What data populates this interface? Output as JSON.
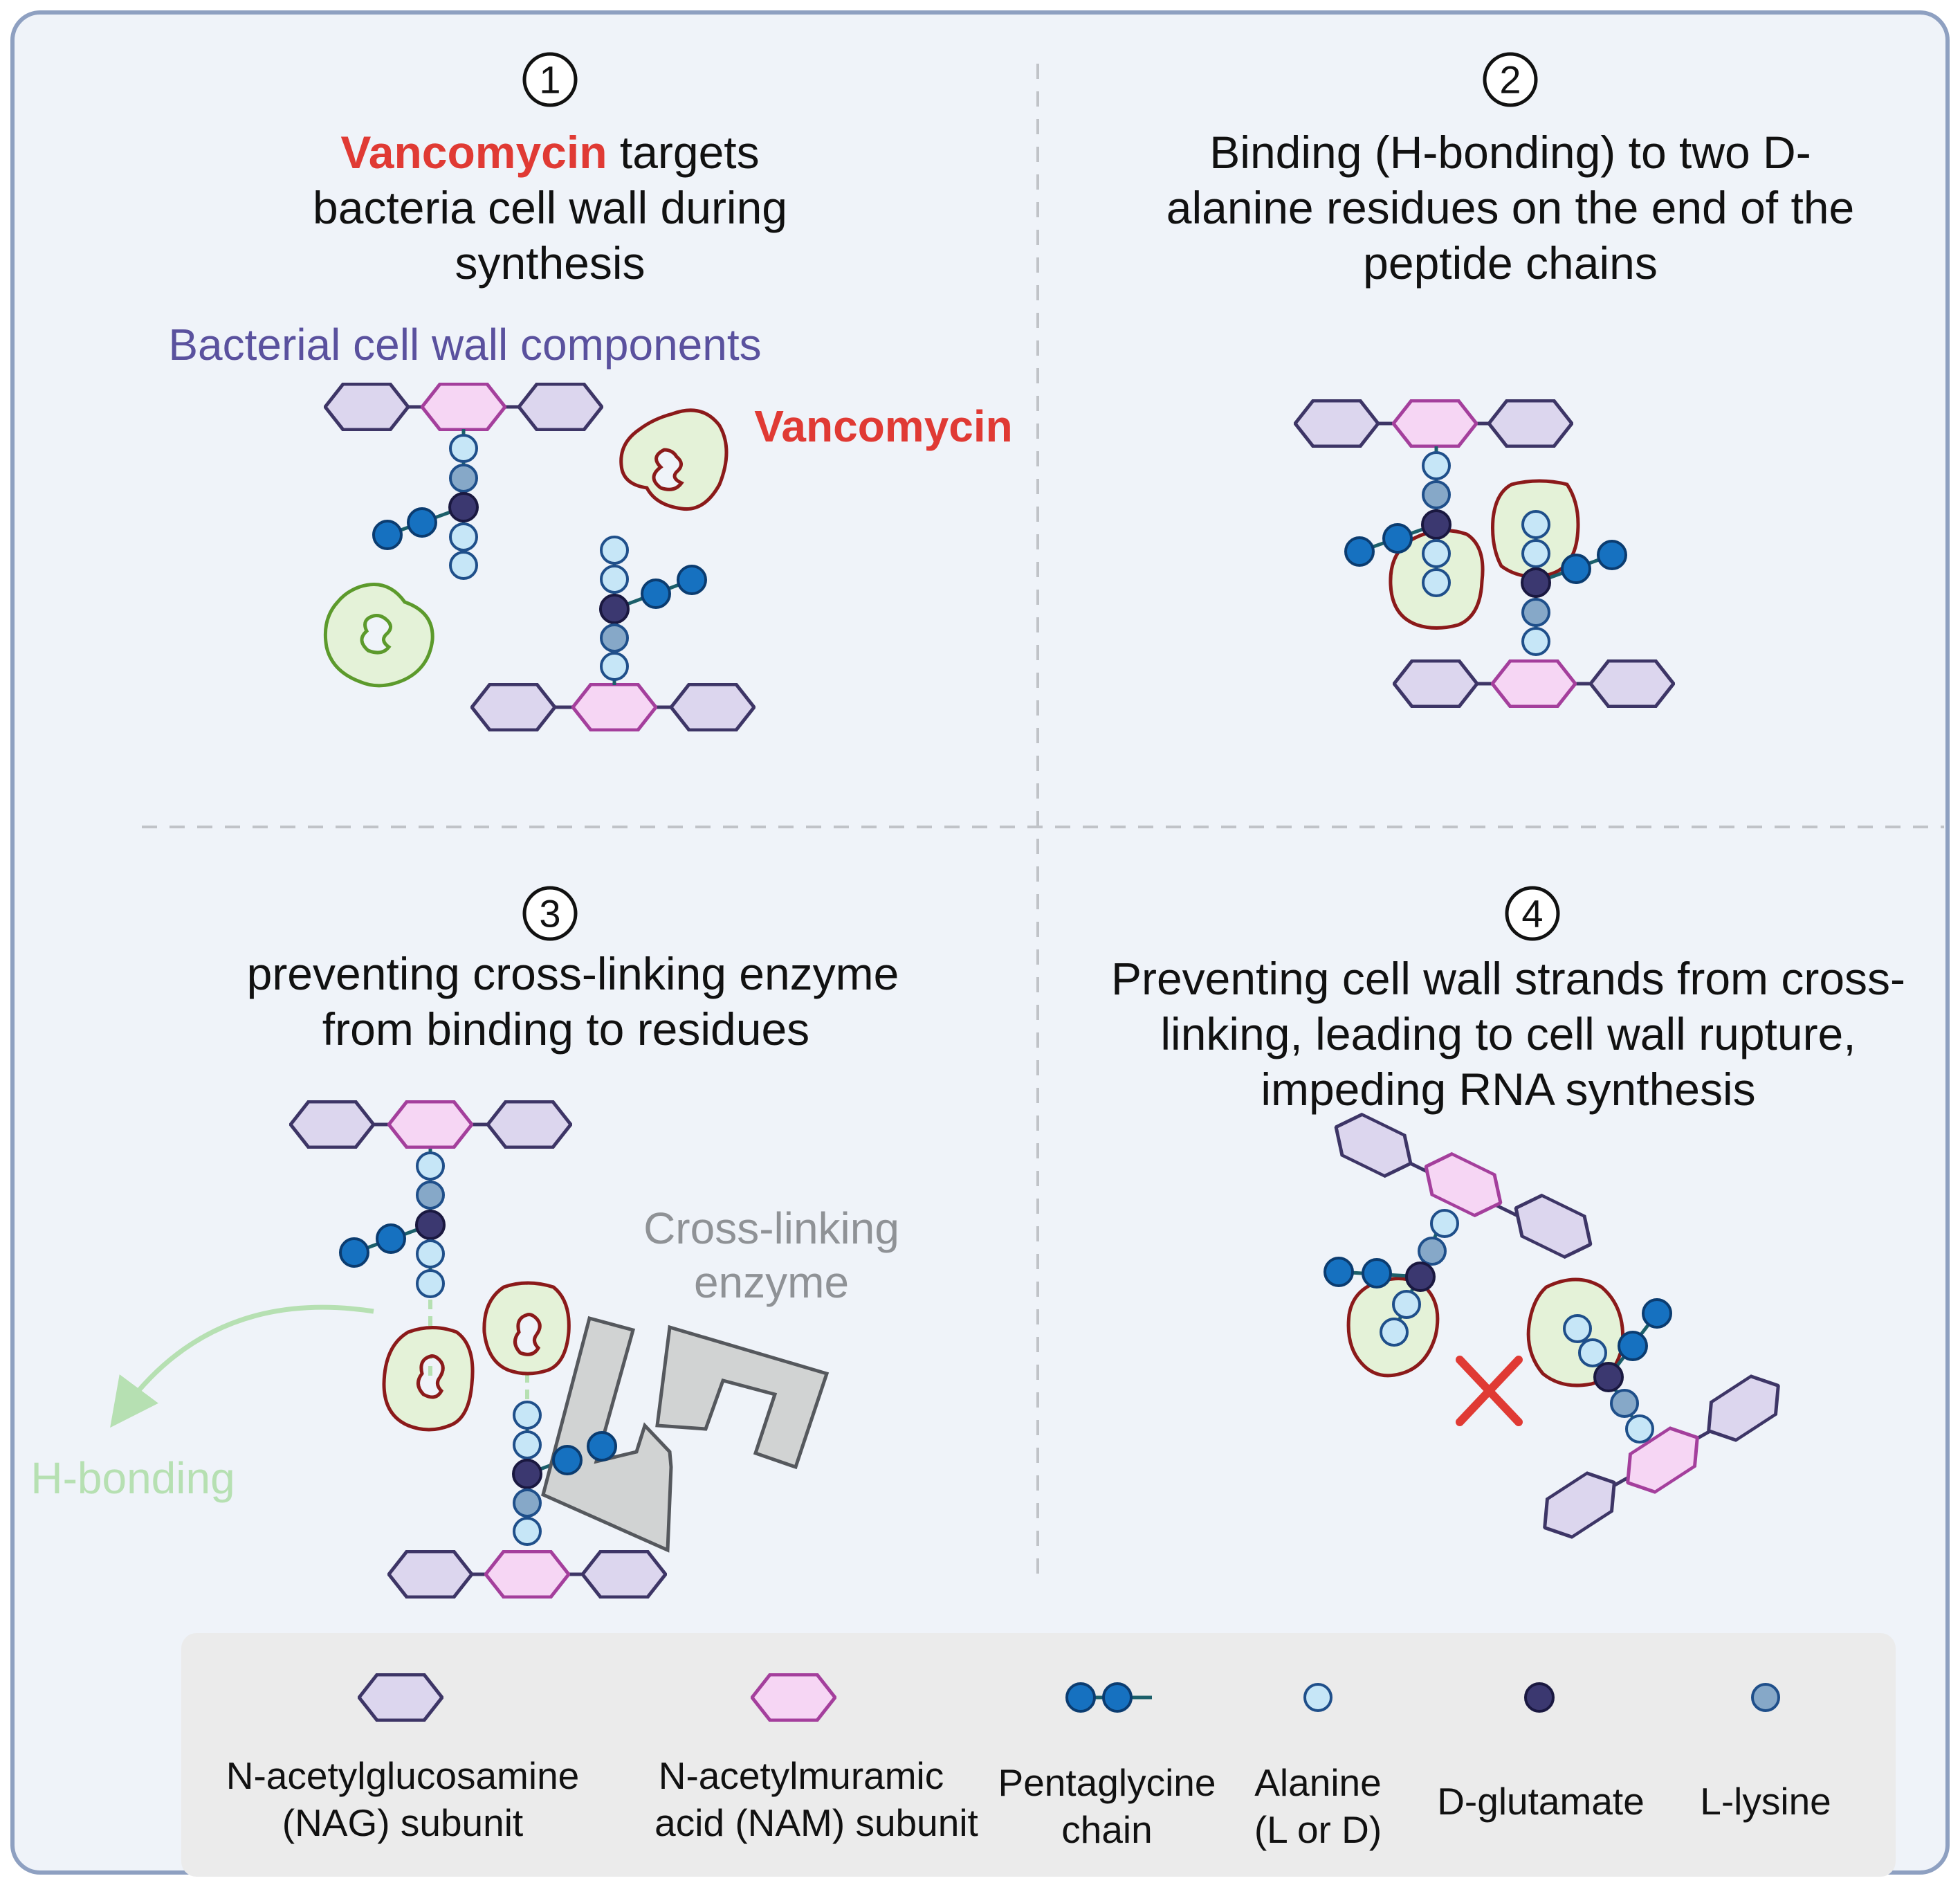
{
  "panel1": {
    "step": "1",
    "title_highlight": "Vancomycin",
    "title_rest": " targets",
    "title_line2": "bacteria cell wall during",
    "title_line3": "synthesis",
    "components_label": "Bacterial cell wall components",
    "vancomycin_label": "Vancomycin"
  },
  "panel2": {
    "step": "2",
    "title_line1": "Binding (H-bonding)  to two D-",
    "title_line2": "alanine residues on the end of the",
    "title_line3": "peptide chains"
  },
  "panel3": {
    "step": "3",
    "title_line1": "preventing cross-linking enzyme",
    "title_line2": "from binding to residues",
    "enzyme_line1": "Cross-linking",
    "enzyme_line2": "enzyme",
    "hbond_label": "H-bonding"
  },
  "panel4": {
    "step": "4",
    "title_line1": "Preventing cell wall strands from cross-",
    "title_line2": "linking, leading to cell wall rupture,",
    "title_line3": "impeding RNA synthesis"
  },
  "legend": {
    "nag_line1": "N-acetylglucosamine",
    "nag_line2": "(NAG) subunit",
    "nam_line1": "N-acetylmuramic",
    "nam_line2": "acid (NAM) subunit",
    "penta_line1": "Pentaglycine",
    "penta_line2": "chain",
    "ala_line1": "Alanine",
    "ala_line2": "(L or D)",
    "glu": "D-glutamate",
    "lys": "L-lysine"
  },
  "colors": {
    "nag_fill": "#dcd6ee",
    "nag_stroke": "#3d3566",
    "nam_fill": "#f6d6f4",
    "nam_stroke": "#a43f9c",
    "alanine_fill": "#c6e6f7",
    "alanine_stroke": "#1f4f8a",
    "glycine_fill": "#1671c0",
    "glutamate_fill": "#3b3870",
    "lysine_fill": "#86a8c8",
    "vancomycin_text": "#e03a34",
    "components_text": "#5a519e",
    "enzyme_fill": "#d1d3d3",
    "enzyme_text": "#8f9296",
    "hbond": "#b6e0b2",
    "bound_vanco_stroke": "#8b1a1a",
    "bound_vanco_fill": "#e4f2d8",
    "free_vanco_stroke": "#5c9a2c"
  }
}
